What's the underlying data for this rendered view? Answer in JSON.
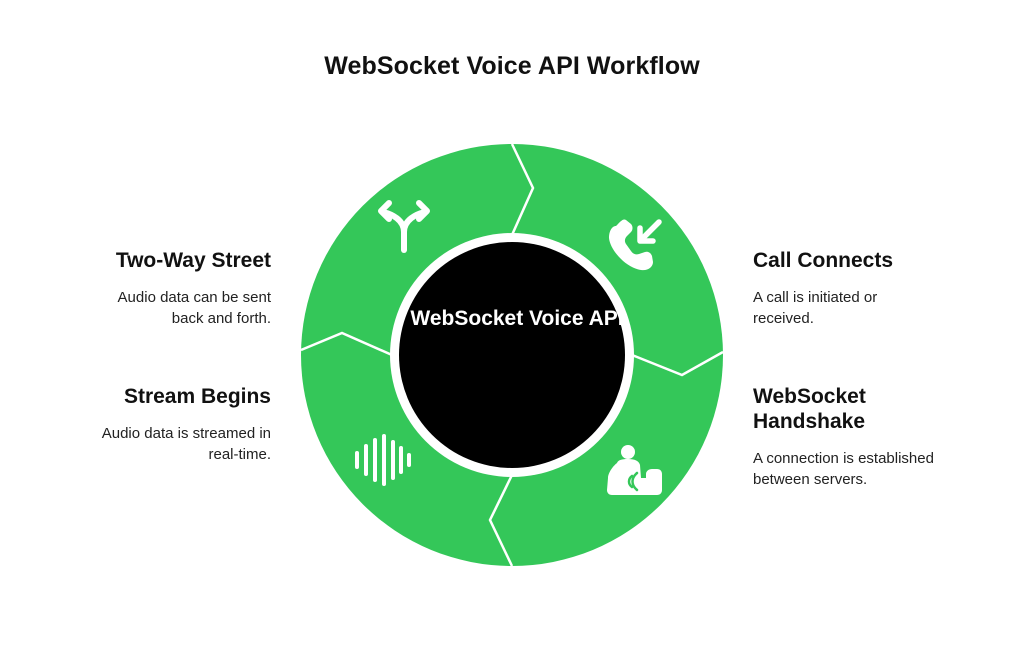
{
  "title": "WebSocket Voice API Workflow",
  "center": {
    "label": "WebSocket Voice API"
  },
  "colors": {
    "ring": "#34C759",
    "center": "#000000",
    "icon": "#ffffff",
    "divider": "#ffffff"
  },
  "steps": [
    {
      "id": "call-connects",
      "title": "Call Connects",
      "description": "A call is initiated or received.",
      "icon": "incoming-call-icon"
    },
    {
      "id": "websocket-handshake",
      "title": "WebSocket Handshake",
      "description": "A connection is established between servers.",
      "icon": "handshake-person-icon"
    },
    {
      "id": "stream-begins",
      "title": "Stream Begins",
      "description": "Audio data is streamed in real-time.",
      "icon": "audio-waveform-icon"
    },
    {
      "id": "two-way-street",
      "title": "Two-Way Street",
      "description": "Audio data can be sent back and forth.",
      "icon": "split-arrows-icon"
    }
  ]
}
